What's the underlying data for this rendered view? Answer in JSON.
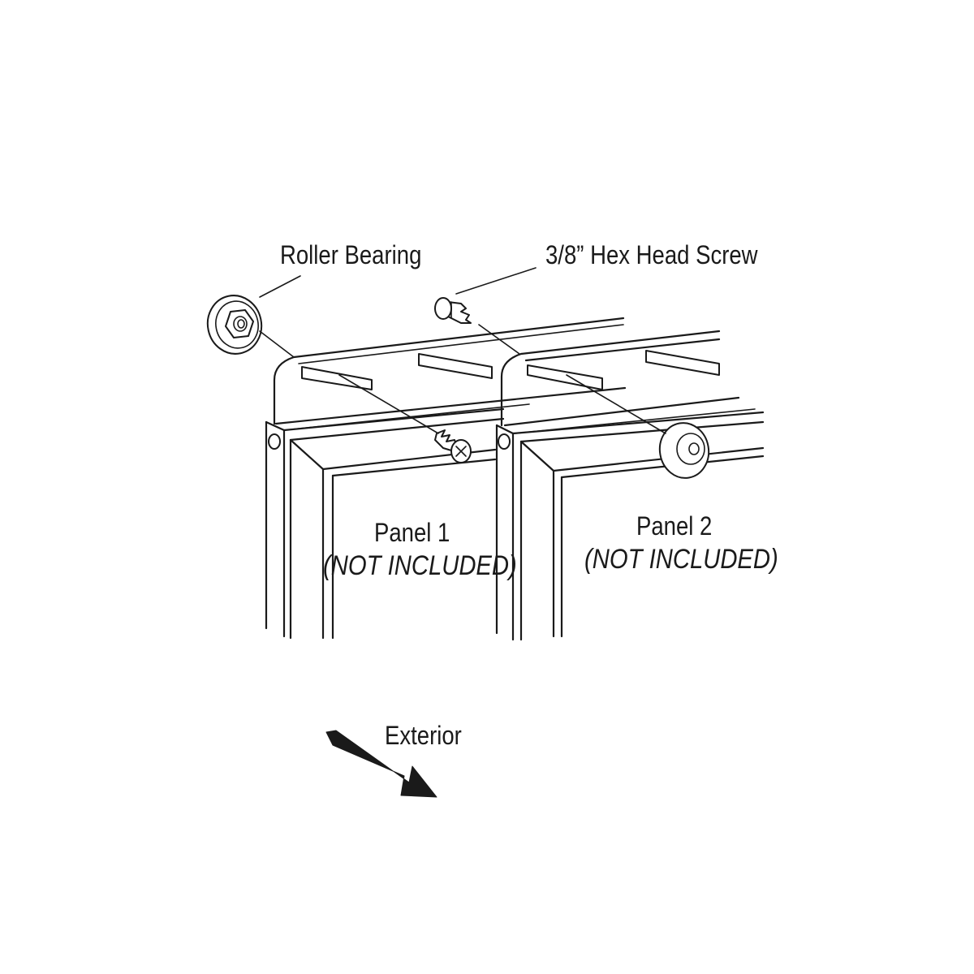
{
  "labels": {
    "roller_bearing": "Roller Bearing",
    "hex_screw": "3/8” Hex Head Screw",
    "panel1_title": "Panel 1",
    "panel1_note": "(NOT INCLUDED)",
    "panel2_title": "Panel 2",
    "panel2_note": "(NOT INCLUDED)",
    "exterior": "Exterior"
  },
  "colors": {
    "ink": "#1a1a1a",
    "background": "#ffffff"
  }
}
